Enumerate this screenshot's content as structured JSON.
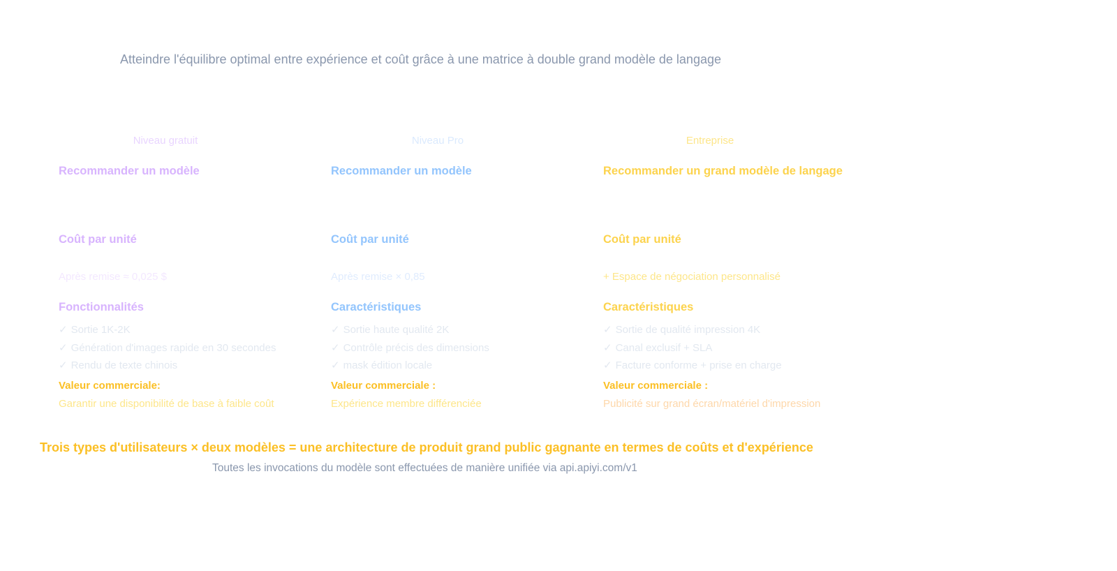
{
  "subtitle": "Atteindre l'équilibre optimal entre expérience et coût grâce à une matrice à double grand modèle de langage",
  "tiers": [
    {
      "label": "Niveau gratuit",
      "recommendation": "Recommander un modèle",
      "cost_title": "Coût par unité",
      "cost_note": "Après remise ≈ 0,025 $",
      "features_title": "Fonctionnalités",
      "features": [
        {
          "check": "✓",
          "text": "Sortie 1K-2K"
        },
        {
          "check": "✓",
          "text": "Génération d'images rapide en 30 secondes"
        },
        {
          "check": "✓",
          "text": "Rendu de texte chinois"
        }
      ],
      "value_label": "Valeur commerciale:",
      "value_desc": "Garantir une disponibilité de base à faible coût",
      "colors": {
        "label": "#e9d5ff",
        "heading": "#d8b4fe"
      }
    },
    {
      "label": "Niveau Pro",
      "recommendation": "Recommander un modèle",
      "cost_title": "Coût par unité",
      "cost_note": "Après remise × 0,85",
      "features_title": "Caractéristiques",
      "features": [
        {
          "check": "✓",
          "text": "Sortie haute qualité 2K"
        },
        {
          "check": "✓",
          "text": "Contrôle précis des dimensions"
        },
        {
          "check": "✓",
          "text": "mask édition locale"
        }
      ],
      "value_label": "Valeur commerciale :",
      "value_desc": "Expérience membre différenciée",
      "colors": {
        "label": "#dbeafe",
        "heading": "#93c5fd"
      }
    },
    {
      "label": "Entreprise",
      "recommendation": "Recommander un grand modèle de langage",
      "cost_title": "Coût par unité",
      "cost_note": "+ Espace de négociation personnalisé",
      "features_title": "Caractéristiques",
      "features": [
        {
          "check": "✓",
          "text": "Sortie de qualité impression 4K"
        },
        {
          "check": "✓",
          "text": "Canal exclusif + SLA"
        },
        {
          "check": "✓",
          "text": "Facture conforme + prise en charge"
        }
      ],
      "value_label": "Valeur commerciale :",
      "value_desc": "Publicité sur grand écran/matériel d'impression",
      "colors": {
        "label": "#fde68a",
        "heading": "#fcd34d"
      }
    }
  ],
  "headline": "Trois types d'utilisateurs × deux modèles = une architecture de produit grand public gagnante en termes de coûts et d'expérience",
  "footer": "Toutes les invocations du modèle sont effectuées de manière unifiée via api.apiyi.com/v1",
  "colors": {
    "subtitle": "#8a97ad",
    "feature_text": "#e2e8f0",
    "value_label": "#fbbf24",
    "headline": "#fbbf24",
    "footer": "#8a97ad"
  }
}
